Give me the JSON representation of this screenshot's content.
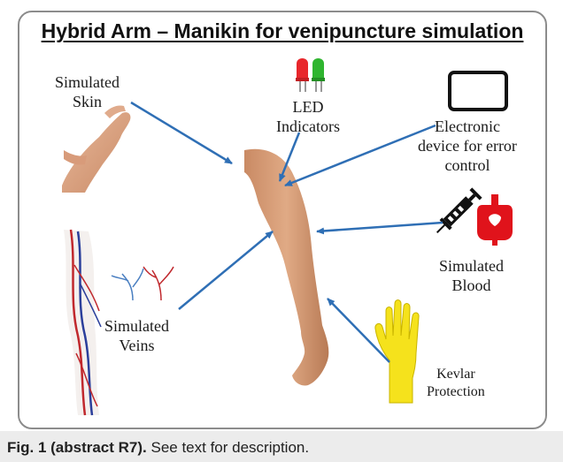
{
  "title": "Hybrid Arm – Manikin for venipuncture simulation",
  "labels": {
    "skin_line1": "Simulated",
    "skin_line2": "Skin",
    "led_line1": "LED",
    "led_line2": "Indicators",
    "device_line1": "Electronic",
    "device_line2": "device for error",
    "device_line3": "control",
    "blood_line1": "Simulated",
    "blood_line2": "Blood",
    "veins_line1": "Simulated",
    "veins_line2": "Veins",
    "kevlar_line1": "Kevlar",
    "kevlar_line2": "Protection"
  },
  "caption": {
    "bold": "Fig. 1 (abstract R7).",
    "text": " See text for description."
  },
  "colors": {
    "arrow": "#2f6fb5",
    "skin": "#d9a07e",
    "led_red": "#e8262b",
    "led_green": "#2fb52f",
    "blood": "#e0131b",
    "glove": "#f5e21c",
    "vein_red": "#c0282d",
    "vein_blue": "#2b3f9b"
  },
  "icons": [
    "led-icon",
    "tablet-icon",
    "syringe-icon",
    "blood-bag-icon",
    "glove-icon",
    "vein-icon",
    "skin-arm-icon",
    "arm-icon"
  ]
}
